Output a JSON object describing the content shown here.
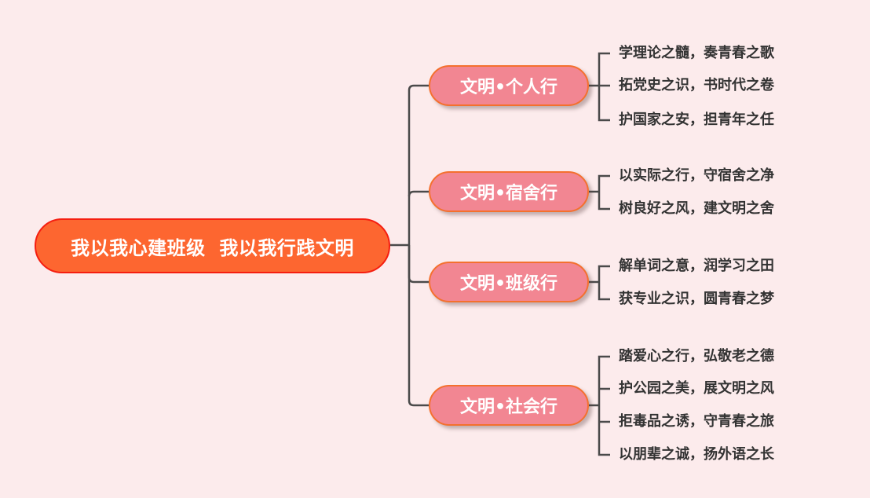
{
  "colors": {
    "background": "#fcebec",
    "root_fill": "#fd6630",
    "root_border": "#f51e10",
    "branch_fill": "#f28692",
    "branch_border": "#f4702e",
    "line": "#4a4a4a",
    "leaf_text": "#333333"
  },
  "root": {
    "label": "我以我心建班级  我以我行践文明"
  },
  "branches": [
    {
      "label": "文明•个人行",
      "leaves": [
        "学理论之髓，奏青春之歌",
        "拓党史之识，书时代之卷",
        "护国家之安，担青年之任"
      ]
    },
    {
      "label": "文明•宿舍行",
      "leaves": [
        "以实际之行，守宿舍之净",
        "树良好之风，建文明之舍"
      ]
    },
    {
      "label": "文明•班级行",
      "leaves": [
        "解单词之意，润学习之田",
        "获专业之识，圆青春之梦"
      ]
    },
    {
      "label": "文明•社会行",
      "leaves": [
        "踏爱心之行，弘敬老之德",
        "护公园之美，展文明之风",
        "拒毒品之诱，守青春之旅",
        "以朋辈之诚，扬外语之长"
      ]
    }
  ]
}
